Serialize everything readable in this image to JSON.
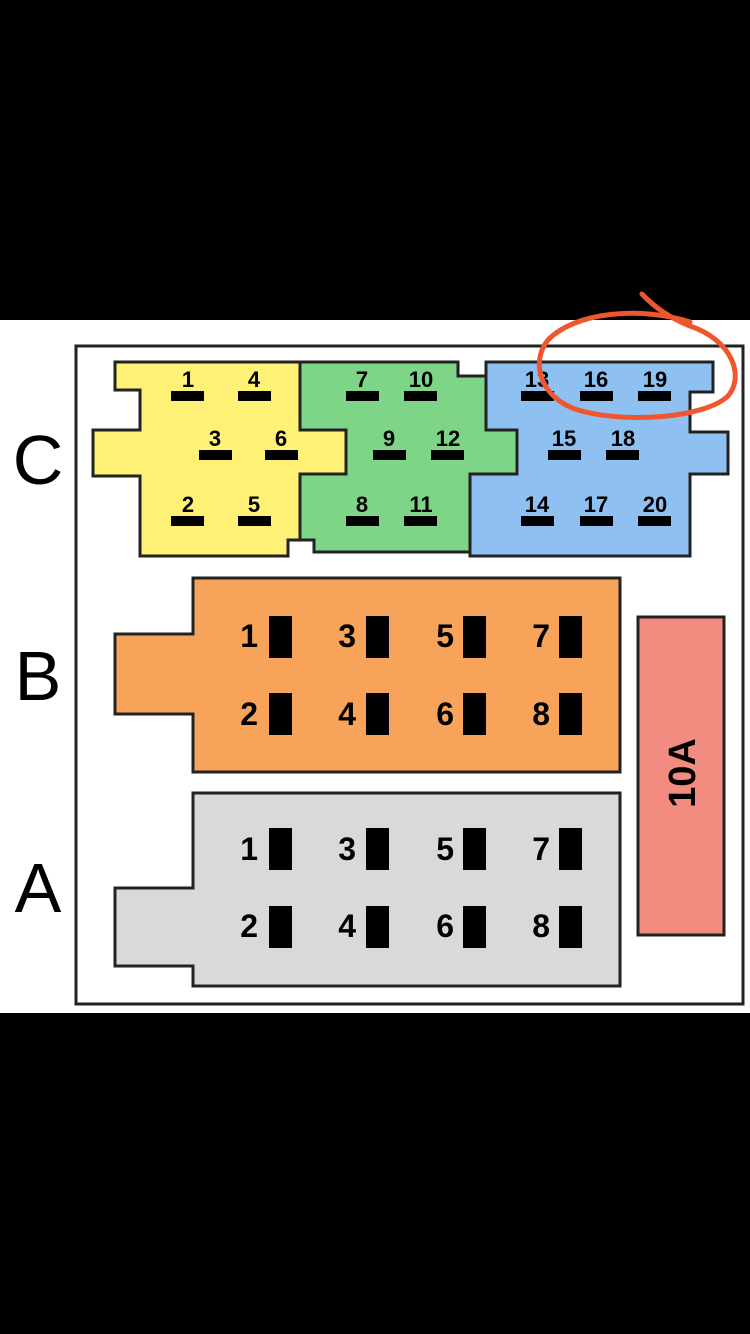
{
  "diagram": {
    "row_labels": {
      "c": "C",
      "b": "B",
      "a": "A"
    },
    "fuse_label": "10A",
    "colors": {
      "c_yellow": "#fff176",
      "c_green": "#7ed487",
      "c_blue": "#8ec1f2",
      "b_orange": "#f7a45a",
      "a_gray": "#d9d9d9",
      "fuse": "#f28b80",
      "highlight": "#f0562e",
      "outline": "#222222"
    },
    "connector_c": {
      "yellow_pins": [
        "1",
        "4",
        "3",
        "6",
        "2",
        "5"
      ],
      "green_pins": [
        "7",
        "10",
        "9",
        "12",
        "8",
        "11"
      ],
      "blue_pins": [
        "13",
        "16",
        "19",
        "15",
        "18",
        "14",
        "17",
        "20"
      ]
    },
    "connector_b": {
      "pins": [
        "1",
        "3",
        "5",
        "7",
        "2",
        "4",
        "6",
        "8"
      ]
    },
    "connector_a": {
      "pins": [
        "1",
        "3",
        "5",
        "7",
        "2",
        "4",
        "6",
        "8"
      ]
    }
  }
}
